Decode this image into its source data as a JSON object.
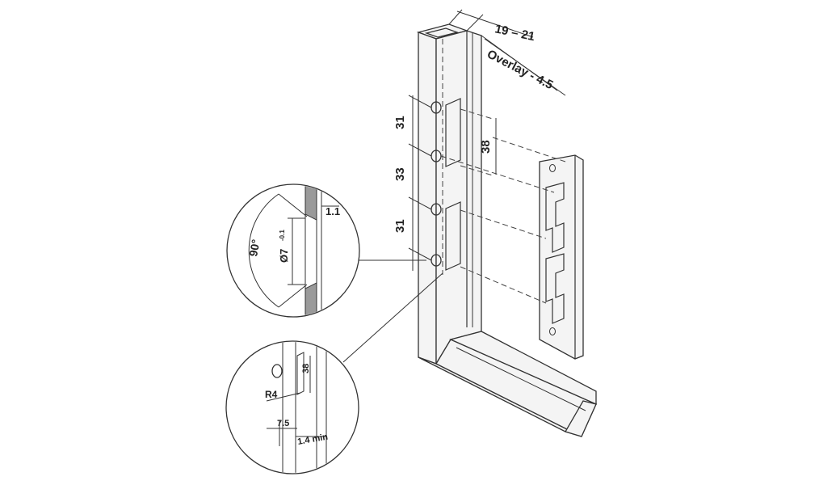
{
  "dimensions": {
    "profile_width": "19 – 21",
    "overlay": "Overlay - 4.5",
    "spacing_top": "31",
    "spacing_mid": "33",
    "spacing_bottom": "31",
    "slot_length": "38"
  },
  "detail_top": {
    "angle": "90°",
    "diameter": "Ø7",
    "diameter_tol": "-0.1",
    "wall": "1.1"
  },
  "detail_bottom": {
    "radius": "R4",
    "slot": "38",
    "offset": "7.5",
    "min_wall": "1.4 min"
  },
  "colors": {
    "stroke": "#333333",
    "fill": "#f4f4f4",
    "wall_fill": "#9a9a9a"
  }
}
